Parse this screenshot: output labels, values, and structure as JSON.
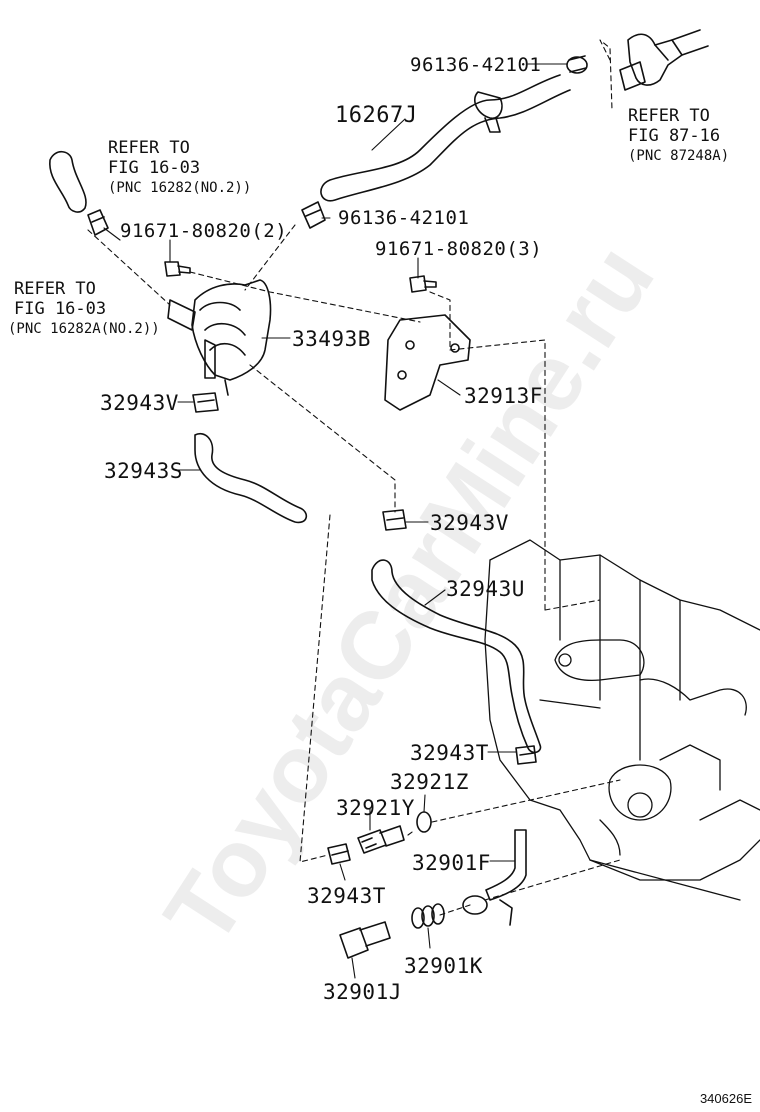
{
  "watermark": "ToyotaCarMine.ru",
  "figure_id": "340626E",
  "refs": {
    "fig_87_16": {
      "line1": "REFER TO",
      "line2": "FIG 87-16",
      "line3": "(PNC 87248A)"
    },
    "fig_16_03_top": {
      "line1": "REFER TO",
      "line2": "FIG 16-03",
      "line3": "(PNC 16282(NO.2))"
    },
    "fig_16_03_left": {
      "line1": "REFER TO",
      "line2": "FIG 16-03",
      "line3": "(PNC 16282A(NO.2))"
    }
  },
  "parts": {
    "p96136_top": "96136-42101",
    "p16267J": "16267J",
    "p96136_mid": "96136-42101",
    "p91671_2": "91671-80820(2)",
    "p91671_3": "91671-80820(3)",
    "p33493B": "33493B",
    "p32913F": "32913F",
    "p32943V_a": "32943V",
    "p32943S": "32943S",
    "p32943V_b": "32943V",
    "p32943U": "32943U",
    "p32943T_a": "32943T",
    "p32921Z": "32921Z",
    "p32921Y": "32921Y",
    "p32901F": "32901F",
    "p32943T_b": "32943T",
    "p32901K": "32901K",
    "p32901J": "32901J"
  }
}
